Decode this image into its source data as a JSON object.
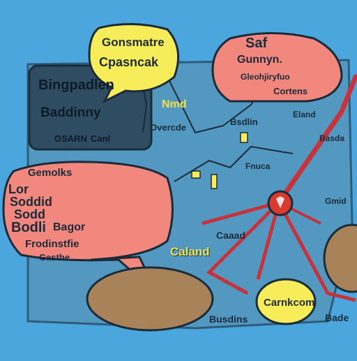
{
  "palette": {
    "background": "#4aa6dc",
    "map_panel": "#5a8fae",
    "bubble_yellow": "#f7ec5a",
    "bubble_pink": "#f2877e",
    "bubble_brown": "#a8835a",
    "outline": "#1c2b3a",
    "route_red": "#c8323a",
    "pin_red": "#d83a2e"
  },
  "top_yellow_bubble": {
    "line1": "Gonsmatre",
    "line2": "Cpasncak"
  },
  "top_pink_bubble": {
    "line1": "Saf",
    "line2": "Gunnyn.",
    "line3": "Gleohjiryfuo",
    "line4": "Cortens"
  },
  "dark_panel": {
    "line1": "Bingpadlen",
    "line2": "Baddinny",
    "line3": "GSARN",
    "line4": "Canl"
  },
  "pink_bubble": {
    "lines": [
      "Gemolks",
      "Lor",
      "Soddid",
      "Sodd",
      "Bodli",
      "Bagor",
      "Frodinstfie",
      "Gasthe"
    ]
  },
  "map_labels": {
    "nmd": "Nmd",
    "overcd": "Overcde",
    "caland": "Caland",
    "eland": "Eland",
    "gmid": "Gmid",
    "caaad": "Caaad",
    "bsdlin": "Bsdlin",
    "basda": "Basda",
    "fnuca": "Fnuca"
  },
  "bottom_yellow_bubble": {
    "line1": "Carnkcom"
  },
  "bottom_labels": {
    "left": "Busdins",
    "right": "Bade"
  }
}
